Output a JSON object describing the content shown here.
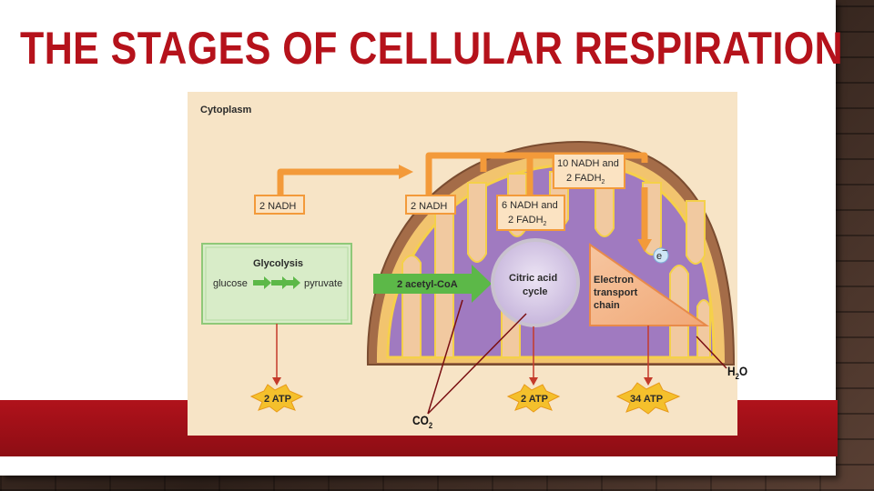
{
  "slide": {
    "title": "THE STAGES OF CELLULAR RESPIRATION",
    "colors": {
      "title": "#b5121b",
      "band": "#a01019",
      "arrow": "#f39a3a",
      "glycolysis": "#d8ecc8",
      "acetyl": "#5cb848",
      "atp": "#f4c02c",
      "matrix": "#a07ac0"
    }
  },
  "diagram": {
    "cytoplasm_label": "Cytoplasm",
    "glycolysis": {
      "title": "Glycolysis",
      "from": "glucose",
      "to": "pyruvate"
    },
    "acetyl": "2 acetyl-CoA",
    "citric": {
      "line1": "Citric acid",
      "line2": "cycle"
    },
    "etc": {
      "line1": "Electron",
      "line2": "transport",
      "line3": "chain",
      "electron": "e"
    },
    "nadh_glycolysis": "2 NADH",
    "nadh_acetyl": "2 NADH",
    "citric_products": {
      "line1": "6 NADH and",
      "line2": "2 FADH"
    },
    "total_products": {
      "line1": "10 NADH and",
      "line2": "2 FADH"
    },
    "fadh_subscript": "2",
    "atp": [
      "2 ATP",
      "2 ATP",
      "34 ATP"
    ]
  },
  "annotations": {
    "co2_main": "CO",
    "co2_sub": "2",
    "h2o_h": "H",
    "h2o_sub": "2",
    "h2o_o": "O"
  }
}
